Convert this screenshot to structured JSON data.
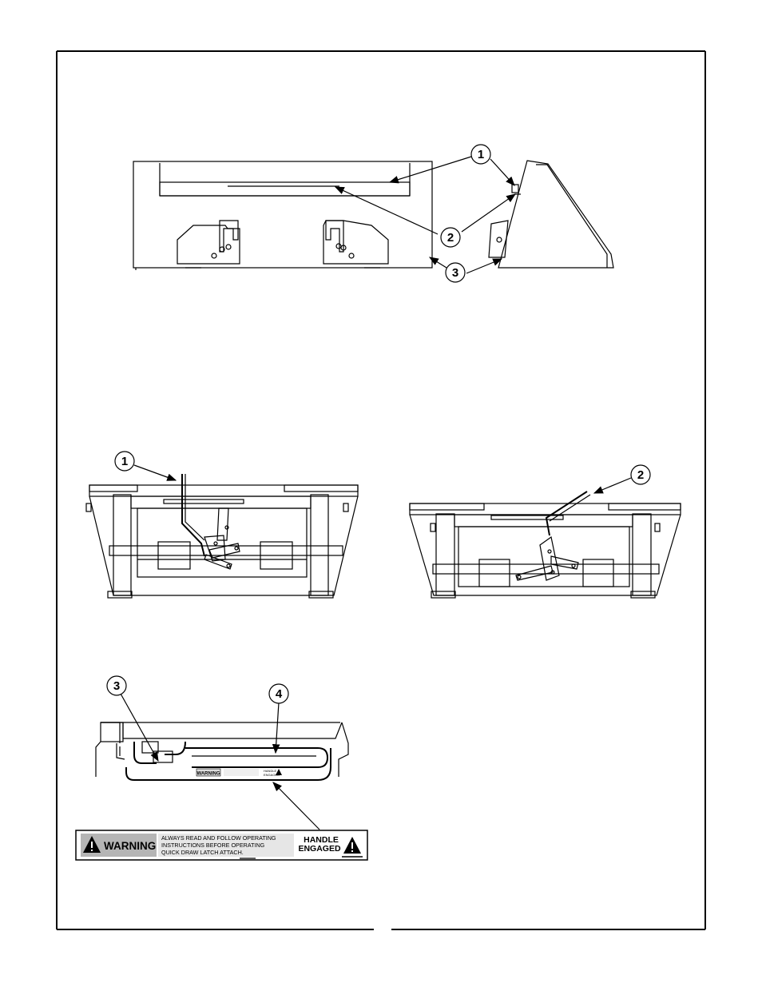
{
  "callouts": {
    "fig1": [
      "1",
      "2",
      "3"
    ],
    "fig2_left": "1",
    "fig2_right": "2",
    "fig3": [
      "3",
      "4"
    ]
  },
  "decal": {
    "warning_word": "WARNING",
    "instruction_line1": "ALWAYS READ AND FOLLOW OPERATING",
    "instruction_line2": "INSTRUCTIONS BEFORE OPERATING",
    "instruction_line3": "QUICK DRAW LATCH ATTACH.",
    "status_line1": "HANDLE",
    "status_line2": "ENGAGED"
  },
  "small_decal": {
    "warning_word": "WARNING",
    "status_line1": "HANDLE",
    "status_line2": "ENGAGED"
  },
  "colors": {
    "line": "#000000",
    "decal_gray": "#b5b5b5",
    "background": "#ffffff"
  }
}
